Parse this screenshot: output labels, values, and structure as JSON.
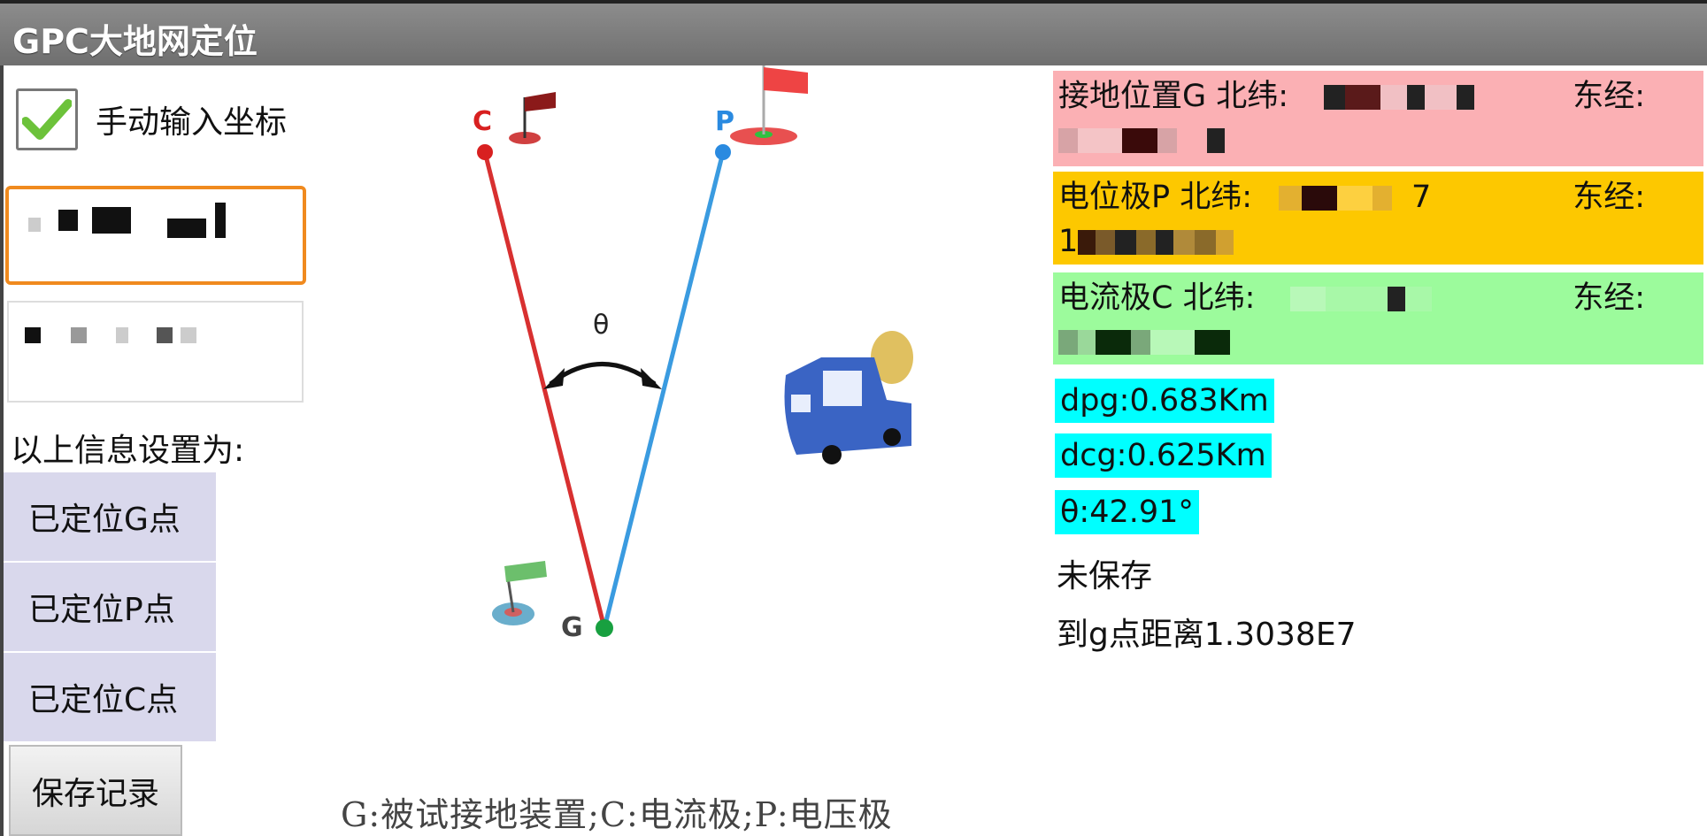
{
  "app": {
    "title": "GPC大地网定位"
  },
  "left": {
    "manual_input_label": "手动输入坐标",
    "manual_input_checked": true,
    "set_label": "以上信息设置为:",
    "buttons": [
      {
        "label": "已定位G点"
      },
      {
        "label": "已定位P点"
      },
      {
        "label": "已定位C点"
      }
    ],
    "save_label": "保存记录"
  },
  "diagram": {
    "points": {
      "c": "C",
      "p": "P",
      "g": "G"
    },
    "angle_symbol": "θ",
    "caption": "G:被试接地装置;C:电流极;P:电压极",
    "colors": {
      "gc_line": "#d83030",
      "gp_line": "#3a9be0",
      "g_point": "#18a040"
    }
  },
  "right": {
    "g_info": {
      "label": "接地位置G 北纬:",
      "lng_label": "东经:"
    },
    "p_info": {
      "label": "电位极P 北纬:",
      "visible_digit": "7",
      "lng_label": "东经:",
      "second_line_prefix": "1"
    },
    "c_info": {
      "label": "电流极C 北纬:",
      "lng_label": "东经:"
    },
    "dpg": "dpg:0.683Km",
    "dcg": "dcg:0.625Km",
    "theta": "θ:42.91°",
    "save_status": "未保存",
    "distance": "到g点距离1.3038E7"
  },
  "colors": {
    "g_bg": "#fbb0b4",
    "p_bg": "#fdc800",
    "c_bg": "#9cfb9c",
    "highlight": "#00ffff",
    "focus_border": "#f08a1e",
    "button_bg": "#d9d8ec"
  }
}
